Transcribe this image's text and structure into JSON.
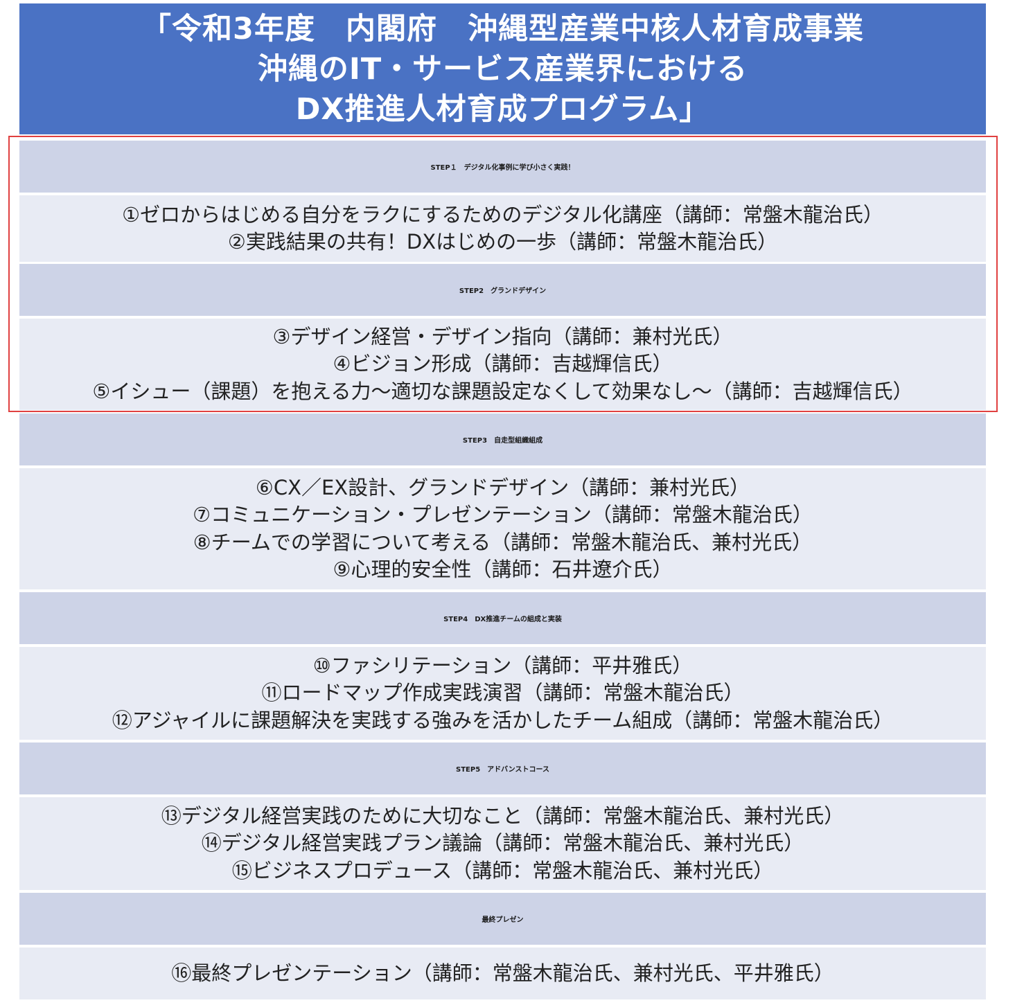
{
  "title": {
    "lines": [
      "「令和3年度　内閣府　沖縄型産業中核人材育成事業",
      "沖縄のIT・サービス産業界における",
      "DX推進人材育成プログラム」"
    ]
  },
  "steps": [
    {
      "heading": "STEP１　デジタル化事例に学び小さく実践！",
      "lessons": [
        "①ゼロからはじめる自分をラクにするためのデジタル化講座（講師：常盤木龍治氏）",
        "②実践結果の共有！DXはじめの一歩（講師：常盤木龍治氏）"
      ]
    },
    {
      "heading": "STEP2　グランドデザイン",
      "lessons": [
        "③デザイン経営・デザイン指向（講師：兼村光氏）",
        "④ビジョン形成（講師：吉越輝信氏）",
        "⑤イシュー（課題）を抱える力～適切な課題設定なくして効果なし～（講師：吉越輝信氏）"
      ]
    },
    {
      "heading": "STEP3　自走型組織組成",
      "lessons": [
        "⑥CX／EX設計、グランドデザイン（講師：兼村光氏）",
        "⑦コミュニケーション・プレゼンテーション（講師：常盤木龍治氏）",
        "⑧チームでの学習について考える（講師：常盤木龍治氏、兼村光氏）",
        "⑨心理的安全性（講師：石井遼介氏）"
      ]
    },
    {
      "heading": "STEP4　DX推進チームの組成と実装",
      "lessons": [
        "⑩ファシリテーション（講師：平井雅氏）",
        "⑪ロードマップ作成実践演習（講師：常盤木龍治氏）",
        "⑫アジャイルに課題解決を実践する強みを活かしたチーム組成（講師：常盤木龍治氏）"
      ]
    },
    {
      "heading": "STEP5　アドバンストコース",
      "lessons": [
        "⑬デジタル経営実践のために大切なこと（講師：常盤木龍治氏、兼村光氏）",
        "⑭デジタル経営実践プラン議論（講師：常盤木龍治氏、兼村光氏）",
        "⑮ビジネスプロデュース（講師：常盤木龍治氏、兼村光氏）"
      ]
    },
    {
      "heading": "最終プレゼン",
      "lessons": [
        "⑯最終プレゼンテーション（講師：常盤木龍治氏、兼村光氏、平井雅氏）"
      ]
    }
  ],
  "colors": {
    "title_bg": "#4a72c4",
    "step_header_bg": "#cdd3e7",
    "step_body_bg": "#e8ebf4",
    "highlight_border": "#e04040"
  }
}
